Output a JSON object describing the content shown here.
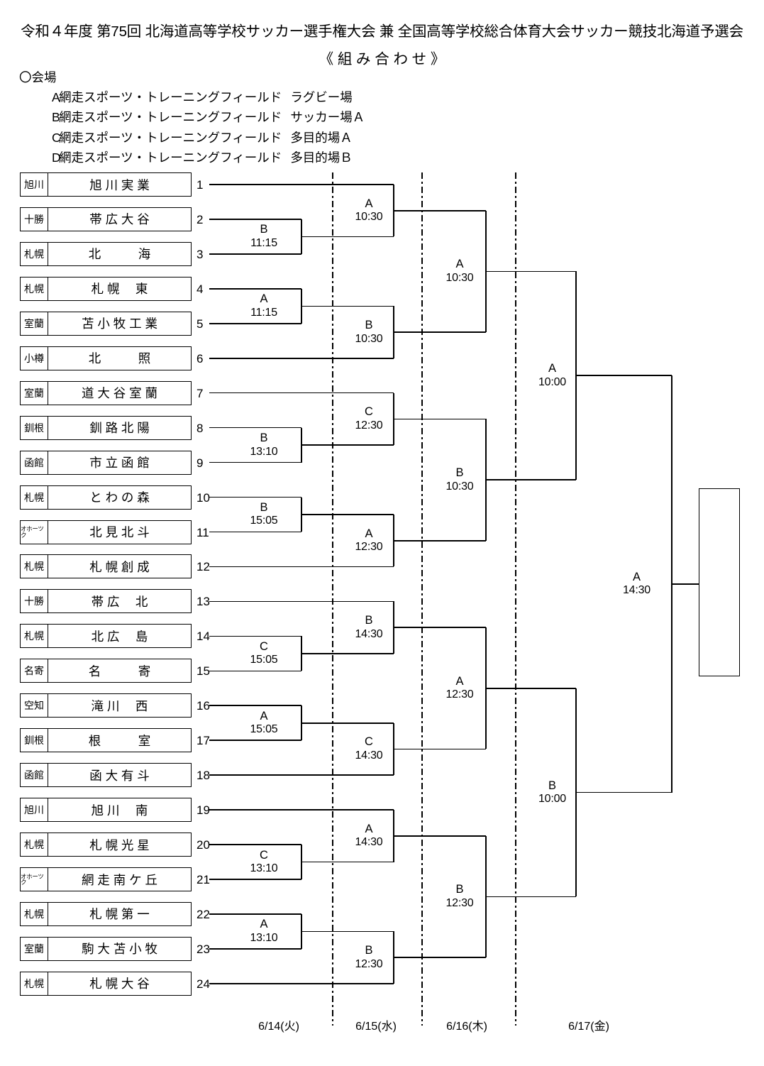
{
  "header": {
    "title_line1": "令和４年度 第75回 北海道高等学校サッカー選手権大会 兼 全国高等学校総合体育大会サッカー競技北海道予選会",
    "title_line2": "《 組 み 合 わ せ 》"
  },
  "venues": {
    "section_label": "〇会場",
    "items": [
      {
        "code": "A",
        "name": "網走スポーツ・トレーニングフィールド",
        "field": "ラグビー場"
      },
      {
        "code": "B",
        "name": "網走スポーツ・トレーニングフィールド",
        "field": "サッカー場Ａ"
      },
      {
        "code": "C",
        "name": "網走スポーツ・トレーニングフィールド",
        "field": "多目的場Ａ"
      },
      {
        "code": "D",
        "name": "網走スポーツ・トレーニングフィールド",
        "field": "多目的場Ｂ"
      }
    ]
  },
  "teams": [
    {
      "seed": "1",
      "pref": "旭川",
      "name": "旭 川 実 業"
    },
    {
      "seed": "2",
      "pref": "十勝",
      "name": "帯 広 大 谷"
    },
    {
      "seed": "3",
      "pref": "札幌",
      "name": "北　　　海"
    },
    {
      "seed": "4",
      "pref": "札幌",
      "name": "札 幌 　東"
    },
    {
      "seed": "5",
      "pref": "室蘭",
      "name": "苫 小 牧 工 業"
    },
    {
      "seed": "6",
      "pref": "小樽",
      "name": "北　　　照"
    },
    {
      "seed": "7",
      "pref": "室蘭",
      "name": "道 大 谷 室 蘭"
    },
    {
      "seed": "8",
      "pref": "釧根",
      "name": "釧 路 北 陽"
    },
    {
      "seed": "9",
      "pref": "函館",
      "name": "市 立 函 館"
    },
    {
      "seed": "10",
      "pref": "札幌",
      "name": "と わ の 森"
    },
    {
      "seed": "11",
      "pref": "オホーツク",
      "name": "北 見 北 斗"
    },
    {
      "seed": "12",
      "pref": "札幌",
      "name": "札 幌 創 成"
    },
    {
      "seed": "13",
      "pref": "十勝",
      "name": "帯 広 　北"
    },
    {
      "seed": "14",
      "pref": "札幌",
      "name": "北 広 　島"
    },
    {
      "seed": "15",
      "pref": "名寄",
      "name": "名　　　寄"
    },
    {
      "seed": "16",
      "pref": "空知",
      "name": "滝 川 　西"
    },
    {
      "seed": "17",
      "pref": "釧根",
      "name": "根　　　室"
    },
    {
      "seed": "18",
      "pref": "函館",
      "name": "函 大 有 斗"
    },
    {
      "seed": "19",
      "pref": "旭川",
      "name": "旭 川 　南"
    },
    {
      "seed": "20",
      "pref": "札幌",
      "name": "札 幌 光 星"
    },
    {
      "seed": "21",
      "pref": "オホーツク",
      "name": "網 走 南 ケ 丘"
    },
    {
      "seed": "22",
      "pref": "札幌",
      "name": "札 幌 第 一"
    },
    {
      "seed": "23",
      "pref": "室蘭",
      "name": "駒 大 苫 小 牧"
    },
    {
      "seed": "24",
      "pref": "札幌",
      "name": "札 幌 大 谷"
    }
  ],
  "matches": {
    "round1": [
      {
        "id": "r1-m1",
        "venue": "B",
        "time": "11:15"
      },
      {
        "id": "r1-m2",
        "venue": "A",
        "time": "11:15"
      },
      {
        "id": "r1-m3",
        "venue": "B",
        "time": "13:10"
      },
      {
        "id": "r1-m4",
        "venue": "B",
        "time": "15:05"
      },
      {
        "id": "r1-m5",
        "venue": "C",
        "time": "15:05"
      },
      {
        "id": "r1-m6",
        "venue": "A",
        "time": "15:05"
      },
      {
        "id": "r1-m7",
        "venue": "C",
        "time": "13:10"
      },
      {
        "id": "r1-m8",
        "venue": "A",
        "time": "13:10"
      }
    ],
    "round2": [
      {
        "id": "r2-m1",
        "venue": "A",
        "time": "10:30"
      },
      {
        "id": "r2-m2",
        "venue": "B",
        "time": "10:30"
      },
      {
        "id": "r2-m3",
        "venue": "C",
        "time": "12:30"
      },
      {
        "id": "r2-m4",
        "venue": "A",
        "time": "12:30"
      },
      {
        "id": "r2-m5",
        "venue": "B",
        "time": "14:30"
      },
      {
        "id": "r2-m6",
        "venue": "C",
        "time": "14:30"
      },
      {
        "id": "r2-m7",
        "venue": "A",
        "time": "14:30"
      },
      {
        "id": "r2-m8",
        "venue": "B",
        "time": "12:30"
      }
    ],
    "round3": [
      {
        "id": "r3-m1",
        "venue": "A",
        "time": "10:30"
      },
      {
        "id": "r3-m2",
        "venue": "B",
        "time": "10:30"
      },
      {
        "id": "r3-m3",
        "venue": "A",
        "time": "12:30"
      },
      {
        "id": "r3-m4",
        "venue": "B",
        "time": "12:30"
      }
    ],
    "semifinals": [
      {
        "id": "sf-m1",
        "venue": "A",
        "time": "10:00"
      },
      {
        "id": "sf-m2",
        "venue": "B",
        "time": "10:00"
      }
    ],
    "final": {
      "id": "final",
      "venue": "A",
      "time": "14:30"
    }
  },
  "champion": {
    "label": ""
  },
  "days": [
    {
      "id": "day1",
      "label": "6/14(火)"
    },
    {
      "id": "day2",
      "label": "6/15(水)"
    },
    {
      "id": "day3",
      "label": "6/16(木)"
    },
    {
      "id": "day4",
      "label": "6/17(金)"
    }
  ]
}
